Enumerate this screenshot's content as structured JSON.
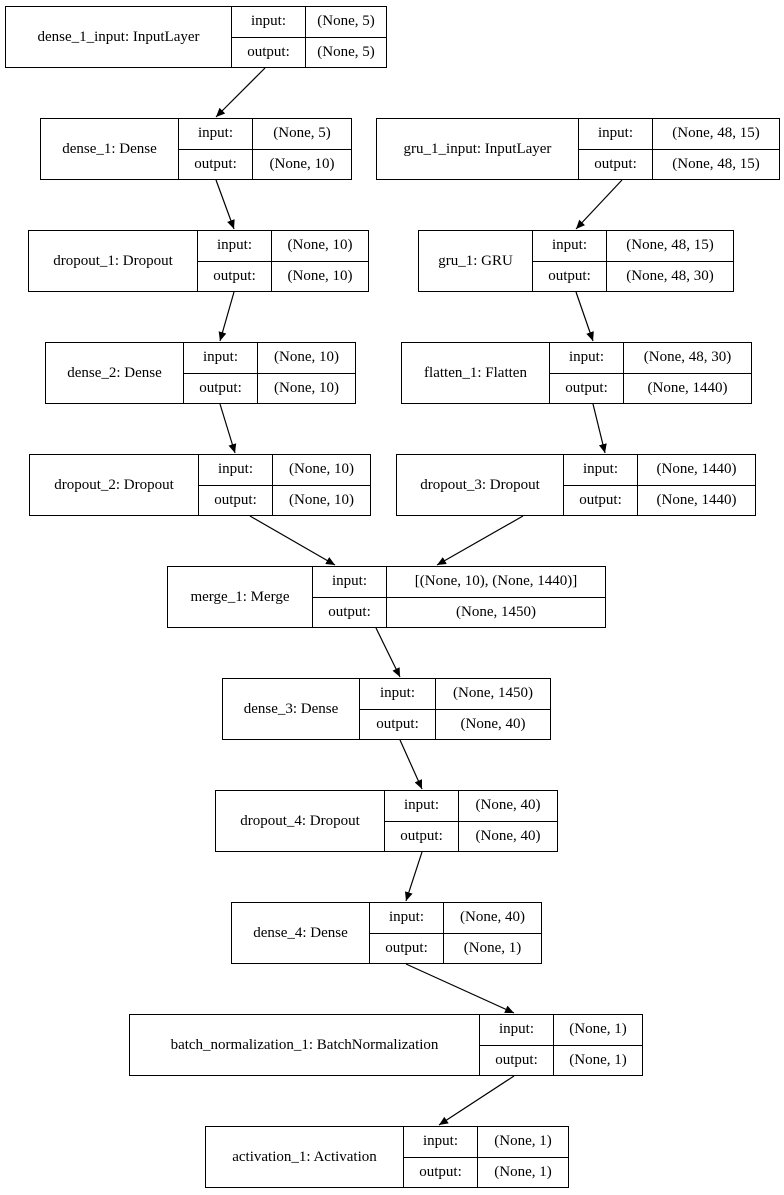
{
  "port_labels": {
    "input": "input:",
    "output": "output:"
  },
  "nodes": [
    {
      "id": "dense_1_input",
      "name": "dense_1_input: InputLayer",
      "input": "(None, 5)",
      "output": "(None, 5)"
    },
    {
      "id": "dense_1",
      "name": "dense_1: Dense",
      "input": "(None, 5)",
      "output": "(None, 10)"
    },
    {
      "id": "gru_1_input",
      "name": "gru_1_input: InputLayer",
      "input": "(None, 48, 15)",
      "output": "(None, 48, 15)"
    },
    {
      "id": "dropout_1",
      "name": "dropout_1: Dropout",
      "input": "(None, 10)",
      "output": "(None, 10)"
    },
    {
      "id": "gru_1",
      "name": "gru_1: GRU",
      "input": "(None, 48, 15)",
      "output": "(None, 48, 30)"
    },
    {
      "id": "dense_2",
      "name": "dense_2: Dense",
      "input": "(None, 10)",
      "output": "(None, 10)"
    },
    {
      "id": "flatten_1",
      "name": "flatten_1: Flatten",
      "input": "(None, 48, 30)",
      "output": "(None, 1440)"
    },
    {
      "id": "dropout_2",
      "name": "dropout_2: Dropout",
      "input": "(None, 10)",
      "output": "(None, 10)"
    },
    {
      "id": "dropout_3",
      "name": "dropout_3: Dropout",
      "input": "(None, 1440)",
      "output": "(None, 1440)"
    },
    {
      "id": "merge_1",
      "name": "merge_1: Merge",
      "input": "[(None, 10), (None, 1440)]",
      "output": "(None, 1450)"
    },
    {
      "id": "dense_3",
      "name": "dense_3: Dense",
      "input": "(None, 1450)",
      "output": "(None, 40)"
    },
    {
      "id": "dropout_4",
      "name": "dropout_4: Dropout",
      "input": "(None, 40)",
      "output": "(None, 40)"
    },
    {
      "id": "dense_4",
      "name": "dense_4: Dense",
      "input": "(None, 40)",
      "output": "(None, 1)"
    },
    {
      "id": "batch_normalization_1",
      "name": "batch_normalization_1: BatchNormalization",
      "input": "(None, 1)",
      "output": "(None, 1)"
    },
    {
      "id": "activation_1",
      "name": "activation_1: Activation",
      "input": "(None, 1)",
      "output": "(None, 1)"
    }
  ],
  "edges": [
    [
      "dense_1_input",
      "dense_1"
    ],
    [
      "dense_1",
      "dropout_1"
    ],
    [
      "dropout_1",
      "dense_2"
    ],
    [
      "dense_2",
      "dropout_2"
    ],
    [
      "gru_1_input",
      "gru_1"
    ],
    [
      "gru_1",
      "flatten_1"
    ],
    [
      "flatten_1",
      "dropout_3"
    ],
    [
      "dropout_2",
      "merge_1"
    ],
    [
      "dropout_3",
      "merge_1"
    ],
    [
      "merge_1",
      "dense_3"
    ],
    [
      "dense_3",
      "dropout_4"
    ],
    [
      "dropout_4",
      "dense_4"
    ],
    [
      "dense_4",
      "batch_normalization_1"
    ],
    [
      "batch_normalization_1",
      "activation_1"
    ]
  ]
}
